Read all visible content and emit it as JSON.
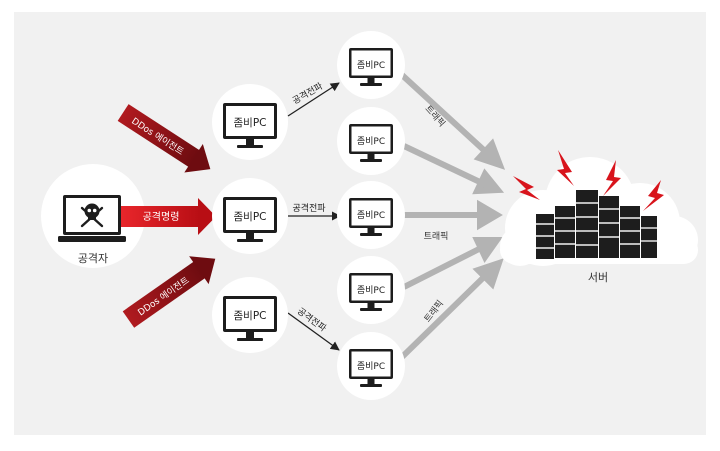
{
  "attacker": {
    "label": "공격자"
  },
  "command_label": "공격명령",
  "agent_labels": {
    "upper": "DDos 에이전트",
    "lower": "DDos 에이전트"
  },
  "zombie_label": "좀비PC",
  "propagation_label": "공격전파",
  "traffic_label": "트래픽",
  "server": {
    "label": "서버"
  },
  "colors": {
    "accent_red": "#c40d15",
    "dark_red": "#8e0f14",
    "arrow_gray": "#b3b3b3",
    "panel_bg": "#f1f1f1"
  }
}
